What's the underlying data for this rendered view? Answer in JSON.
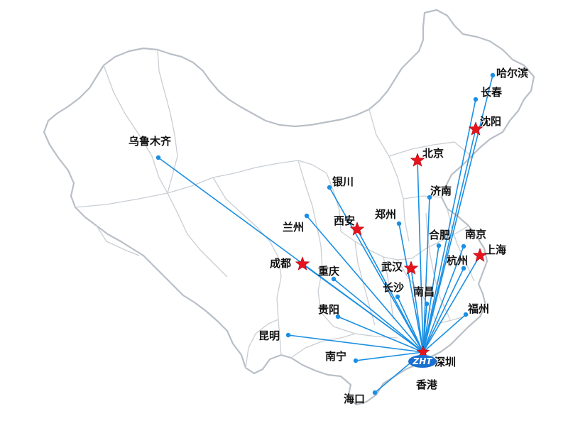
{
  "hub": {
    "name": "深圳",
    "logo_text": "ZHT",
    "color": "#1a8fe3"
  },
  "colors": {
    "route": "#1a8fe3",
    "star": "#e8141c",
    "border": "#b9bfc7"
  },
  "cities": [
    {
      "id": "urumqi",
      "name": "乌鲁木齐",
      "marker": "dot"
    },
    {
      "id": "harbin",
      "name": "哈尔滨",
      "marker": "dot"
    },
    {
      "id": "changchun",
      "name": "长春",
      "marker": "dot"
    },
    {
      "id": "shenyang",
      "name": "沈阳",
      "marker": "star"
    },
    {
      "id": "beijing",
      "name": "北京",
      "marker": "star"
    },
    {
      "id": "yinchuan",
      "name": "银川",
      "marker": "dot"
    },
    {
      "id": "jinan",
      "name": "济南",
      "marker": "dot"
    },
    {
      "id": "lanzhou",
      "name": "兰州",
      "marker": "dot"
    },
    {
      "id": "xian",
      "name": "西安",
      "marker": "star"
    },
    {
      "id": "zhengzhou",
      "name": "郑州",
      "marker": "dot"
    },
    {
      "id": "hefei",
      "name": "合肥",
      "marker": "dot"
    },
    {
      "id": "nanjing",
      "name": "南京",
      "marker": "dot"
    },
    {
      "id": "shanghai",
      "name": "上海",
      "marker": "star"
    },
    {
      "id": "chengdu",
      "name": "成都",
      "marker": "star"
    },
    {
      "id": "chongqing",
      "name": "重庆",
      "marker": "dot"
    },
    {
      "id": "wuhan",
      "name": "武汉",
      "marker": "star"
    },
    {
      "id": "hangzhou",
      "name": "杭州",
      "marker": "dot"
    },
    {
      "id": "changsha",
      "name": "长沙",
      "marker": "dot"
    },
    {
      "id": "nanchang",
      "name": "南昌",
      "marker": "dot"
    },
    {
      "id": "guiyang",
      "name": "贵阳",
      "marker": "dot"
    },
    {
      "id": "fuzhou",
      "name": "福州",
      "marker": "dot"
    },
    {
      "id": "kunming",
      "name": "昆明",
      "marker": "dot"
    },
    {
      "id": "nanning",
      "name": "南宁",
      "marker": "dot"
    },
    {
      "id": "haikou",
      "name": "海口",
      "marker": "dot"
    }
  ],
  "extra_labels": [
    {
      "id": "hongkong",
      "name": "香港"
    }
  ]
}
